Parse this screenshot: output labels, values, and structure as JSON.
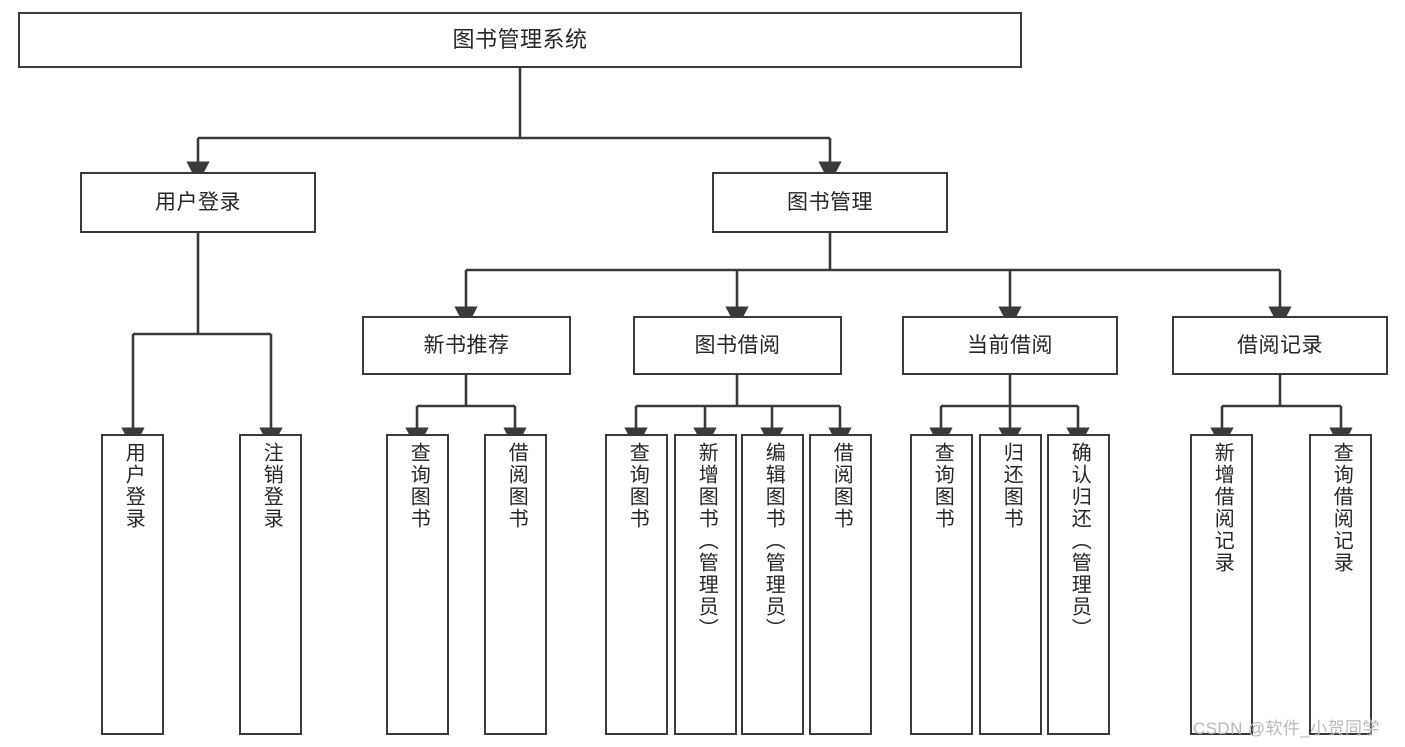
{
  "diagram": {
    "title": "图书管理系统",
    "type": "tree-hierarchy-chart",
    "watermark": "CSDN @软件_小贺同学",
    "line_color": "#3a3a3a",
    "box_fill": "#ffffff",
    "text_color": "#262626",
    "watermark_color": "#b9b9b9"
  },
  "nodes": {
    "root": {
      "label": "图书管理系统"
    },
    "level2": [
      {
        "id": "user-login",
        "label": "用户登录"
      },
      {
        "id": "book-management",
        "label": "图书管理"
      }
    ],
    "level3": [
      {
        "id": "new-book-recommend",
        "label": "新书推荐"
      },
      {
        "id": "book-borrow",
        "label": "图书借阅"
      },
      {
        "id": "current-borrow",
        "label": "当前借阅"
      },
      {
        "id": "borrow-record",
        "label": "借阅记录"
      }
    ],
    "leaves": [
      {
        "id": "leaf-user-login",
        "label": "用户登录",
        "parent": "user-login"
      },
      {
        "id": "leaf-logout-login",
        "label": "注销登录",
        "parent": "user-login"
      },
      {
        "id": "leaf-query-book-1",
        "label": "查询图书",
        "parent": "new-book-recommend"
      },
      {
        "id": "leaf-borrow-book-1",
        "label": "借阅图书",
        "parent": "new-book-recommend"
      },
      {
        "id": "leaf-query-book-2",
        "label": "查询图书",
        "parent": "book-borrow"
      },
      {
        "id": "leaf-add-book",
        "label": "新增图书（管理员）",
        "parent": "book-borrow"
      },
      {
        "id": "leaf-edit-book",
        "label": "编辑图书（管理员）",
        "parent": "book-borrow"
      },
      {
        "id": "leaf-borrow-book-2",
        "label": "借阅图书",
        "parent": "book-borrow"
      },
      {
        "id": "leaf-query-book-3",
        "label": "查询图书",
        "parent": "current-borrow"
      },
      {
        "id": "leaf-return-book",
        "label": "归还图书",
        "parent": "current-borrow"
      },
      {
        "id": "leaf-confirm-return",
        "label": "确认归还（管理员）",
        "parent": "current-borrow"
      },
      {
        "id": "leaf-add-record",
        "label": "新增借阅记录",
        "parent": "borrow-record"
      },
      {
        "id": "leaf-query-record",
        "label": "查询借阅记录",
        "parent": "borrow-record"
      }
    ]
  }
}
